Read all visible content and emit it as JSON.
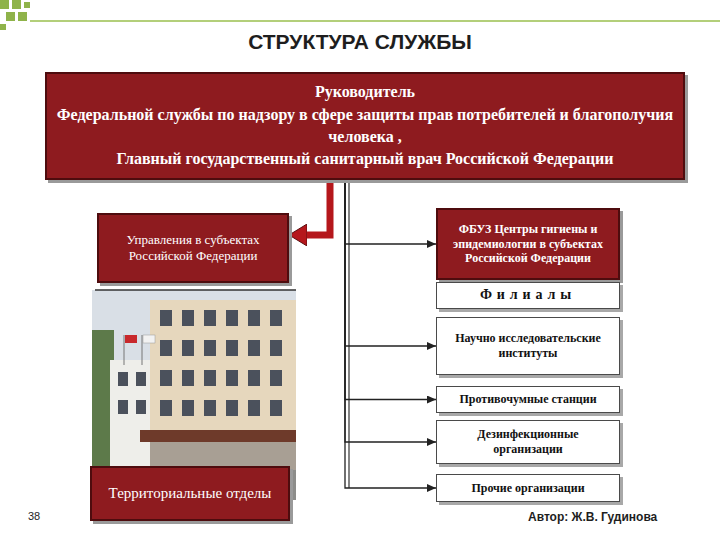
{
  "diagram": {
    "title": "СТРУКТУРА СЛУЖБЫ",
    "nodes": [
      {
        "text": [
          "Руководитель",
          "Федеральной службы по надзору в сфере защиты прав потребителей и благополучия человека ,",
          "Главный государственный санитарный врач Российской Федерации"
        ]
      },
      {
        "text": [
          "Управления в субъектах Российской Федерации"
        ]
      },
      {
        "text": [
          "ФБУЗ Центры гигиены и эпидемиологии в субъектах Российской Федерации"
        ]
      },
      {
        "text": [
          "Филиалы"
        ]
      },
      {
        "text": [
          "Научно исследовательские институты"
        ]
      },
      {
        "text": [
          "Противочумные станции"
        ]
      },
      {
        "text": [
          "Дезинфекционные организации"
        ]
      },
      {
        "text": [
          "Территориальные отделы"
        ]
      },
      {
        "text": [
          "Прочие организации"
        ]
      }
    ],
    "edges": [
      {
        "from": 0,
        "to": 1,
        "arrow": "to"
      },
      {
        "from": 0,
        "to": 2,
        "arrow": "to"
      },
      {
        "from": 0,
        "to": 4,
        "arrow": "to"
      },
      {
        "from": 0,
        "to": 5,
        "arrow": "to"
      },
      {
        "from": 0,
        "to": 6,
        "arrow": "to"
      },
      {
        "from": 0,
        "to": 8,
        "arrow": "to"
      }
    ],
    "labels": [
      "38",
      "Автор: Ж.В. Гудинова"
    ]
  }
}
